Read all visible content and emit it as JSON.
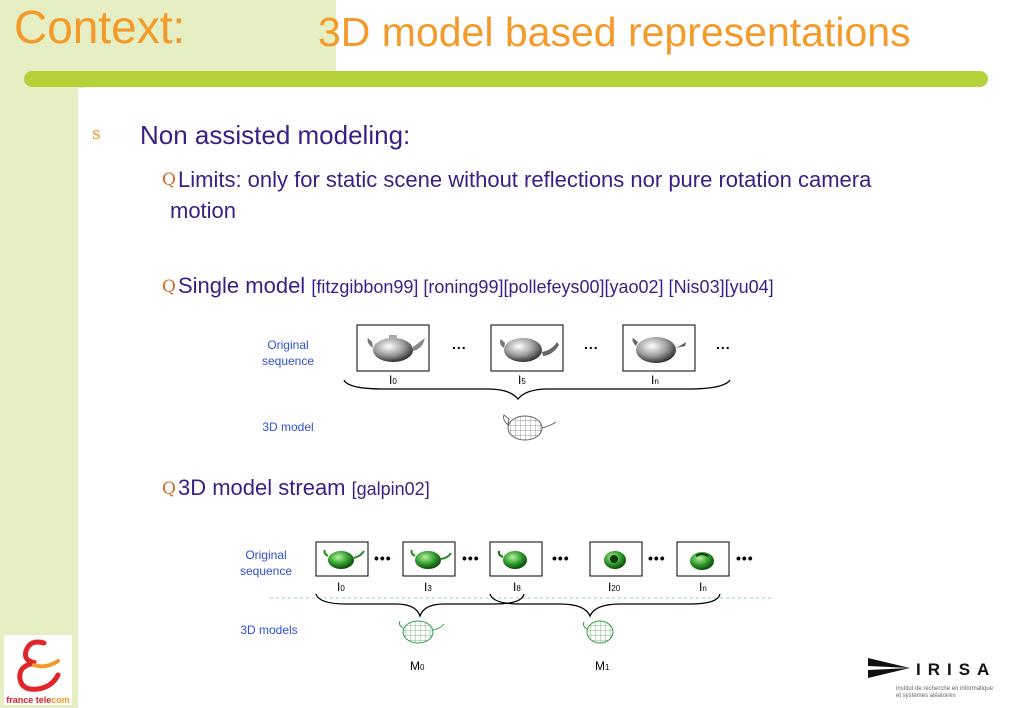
{
  "title": {
    "context": "Context:",
    "main": "3D model based representations"
  },
  "bullet_main": {
    "marker": "s",
    "text": "Non assisted modeling:"
  },
  "sub1": {
    "marker": "Q",
    "text": "Limits: only for static scene without reflections nor pure rotation camera",
    "text2": "motion"
  },
  "sub2": {
    "marker": "Q",
    "text": "Single model ",
    "cite": "[fitzgibbon99] [roning99][pollefeys00][yao02] [Nis03][yu04]"
  },
  "sub3": {
    "marker": "Q",
    "text": "3D model stream ",
    "cite": "[galpin02]"
  },
  "figure1": {
    "label_orig_1": "Original",
    "label_orig_2": "sequence",
    "label_model": "3D model",
    "dots": "...",
    "frames": [
      {
        "base": "I",
        "idx": "0"
      },
      {
        "base": "I",
        "idx": "5"
      },
      {
        "base": "I",
        "idx": "n"
      }
    ]
  },
  "figure2": {
    "label_orig_1": "Original",
    "label_orig_2": "sequence",
    "label_models": "3D models",
    "dots": "•••",
    "frames": [
      {
        "base": "I",
        "idx": "0"
      },
      {
        "base": "I",
        "idx": "3"
      },
      {
        "base": "I",
        "idx": "8"
      },
      {
        "base": "I",
        "idx": "20"
      },
      {
        "base": "I",
        "idx": "n"
      }
    ],
    "models": [
      {
        "base": "M",
        "idx": "0"
      },
      {
        "base": "M",
        "idx": "1"
      }
    ]
  },
  "logos": {
    "ft_text_a": "france tele",
    "ft_text_b": "com",
    "irisa": "IRISA",
    "irisa_sub1": "institut de recherche en informatique",
    "irisa_sub2": "et systèmes aléatoires"
  },
  "colors": {
    "accent": "#f39a2b",
    "band": "#e6efc4",
    "rule": "#b6d23a",
    "text": "#3a1e86",
    "label": "#2f4fd3"
  }
}
